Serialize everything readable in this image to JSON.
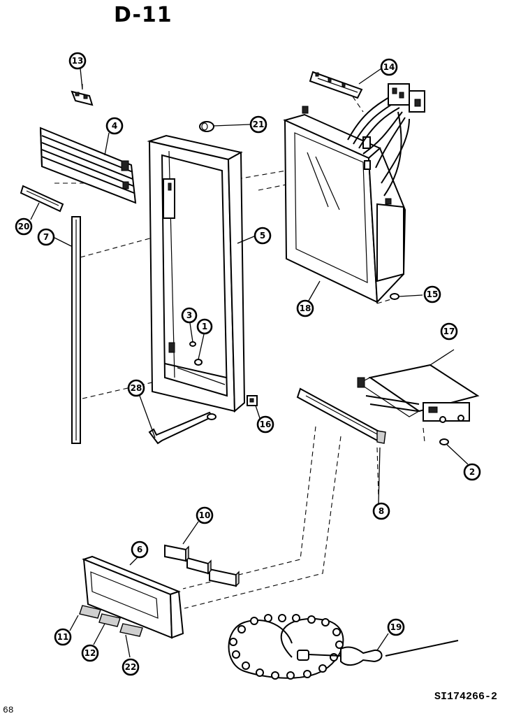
{
  "title": "D-11",
  "page_number": "68",
  "drawing_code": "SI174266-2",
  "callouts": [
    "13",
    "14",
    "4",
    "21",
    "20",
    "7",
    "5",
    "18",
    "15",
    "3",
    "1",
    "17",
    "28",
    "16",
    "2",
    "8",
    "10",
    "6",
    "11",
    "12",
    "22",
    "19"
  ]
}
